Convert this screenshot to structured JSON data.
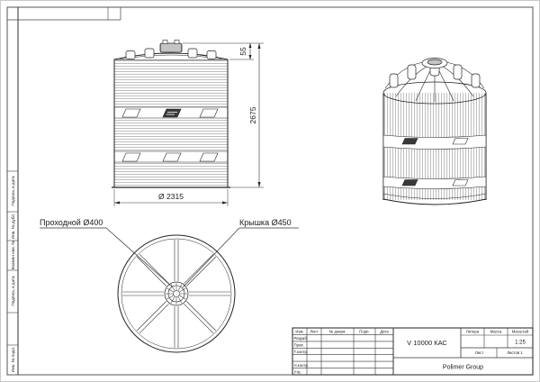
{
  "sheet": {
    "side_labels": [
      "Подпись и дата",
      "Инв. № дубл.",
      "Взамен инв. №",
      "Подпись и дата",
      "Инв. № подл."
    ]
  },
  "views": {
    "front": {
      "dim_cap": "55",
      "dim_height": "2675",
      "dim_diameter": "Ø 2315"
    },
    "top": {
      "label_inlet": "Проходной Ø400",
      "label_cover": "Крышка Ø450"
    }
  },
  "title_block": {
    "cols": [
      "Изм.",
      "Лист",
      "№ докум.",
      "Подп.",
      "Дата"
    ],
    "rows": [
      "Разраб.",
      "Пров.",
      "Т.контр.",
      "Н.контр.",
      "Утв."
    ],
    "doc_title": "V 10000 КАС",
    "litera": "Литера",
    "massa": "Масса",
    "masshtab": "Масштаб",
    "scale": "1:25",
    "list": "Лист",
    "listov": "Листов 1",
    "company": "Polimer Group"
  }
}
